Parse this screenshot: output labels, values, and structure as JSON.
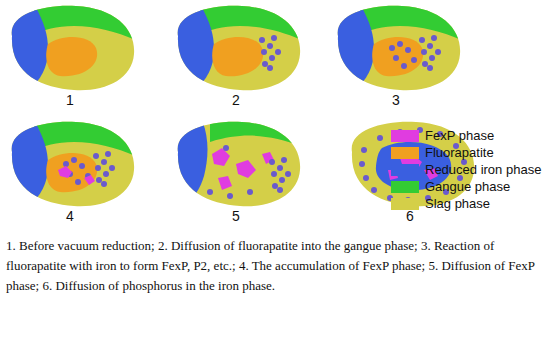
{
  "diagram": {
    "caption": "1. Before vacuum reduction; 2. Diffusion of fluorapatite into the gangue phase; 3. Reaction of fluorapatite with iron to form FexP, P2, etc.; 4. The accumulation of FexP phase; 5. Diffusion of FexP phase; 6. Diffusion of phosphorus in the iron phase.",
    "labels": [
      "1",
      "2",
      "3",
      "4",
      "5",
      "6"
    ],
    "legend": [
      {
        "text": "FexP phase",
        "color": "#e03ce0"
      },
      {
        "text": "Fluorapatite",
        "color": "#f0a020"
      },
      {
        "text": "Reduced iron phase",
        "color": "#3a5fe0"
      },
      {
        "text": "Gangue phase",
        "color": "#33cc33"
      },
      {
        "text": "Slag phase",
        "color": "#d4cf48"
      }
    ]
  }
}
